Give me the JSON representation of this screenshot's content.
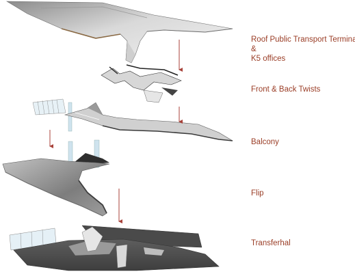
{
  "colors": {
    "label_text": "#9a3d26",
    "arrow": "#a8423a",
    "shell_light": "#e8e8e8",
    "shell_mid": "#b9b9b9",
    "shell_dark": "#565656",
    "glass": "#cfe3ee",
    "brown_edge": "#8a6a45"
  },
  "layers": [
    {
      "label_line1": "Roof Public Transport Terminal",
      "label_line2": "&",
      "label_line3": "K5 offices"
    },
    {
      "label": "Front & Back Twists"
    },
    {
      "label": "Balcony"
    },
    {
      "label": "Flip"
    },
    {
      "label": "Transferhal"
    }
  ]
}
